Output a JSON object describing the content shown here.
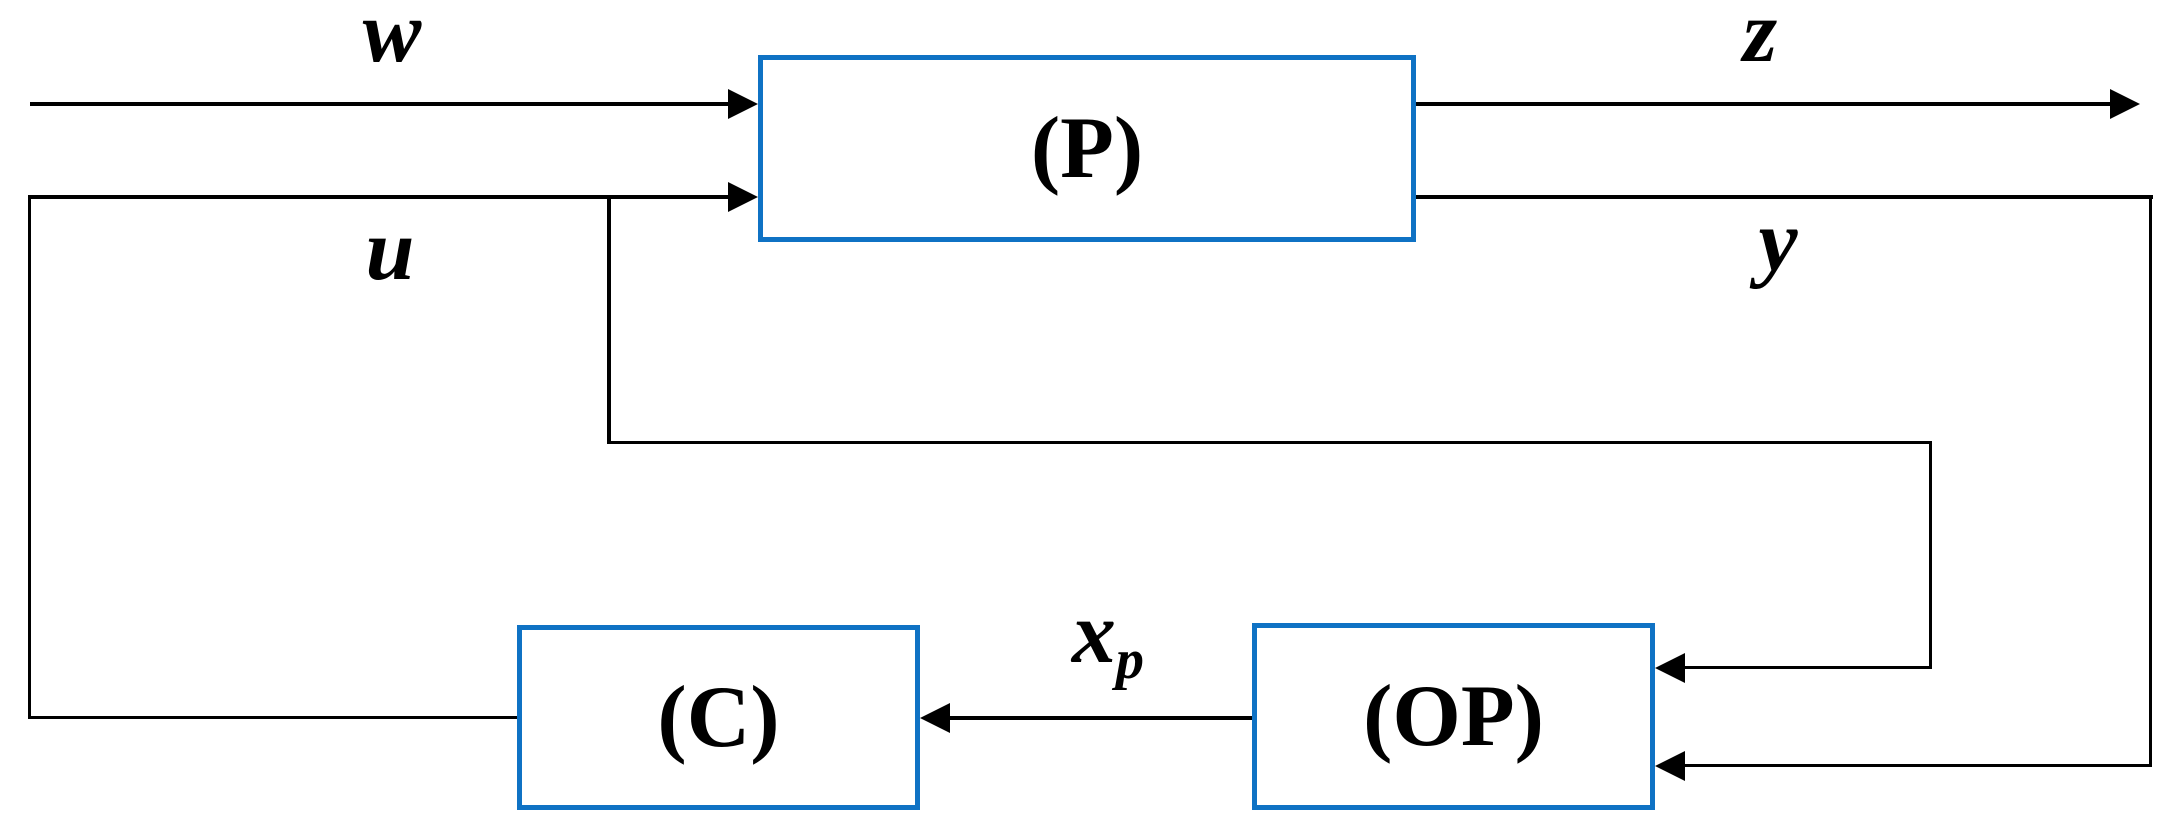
{
  "diagram": {
    "description": "Control system block diagram with plant, controller and observer",
    "blocks": {
      "plant": {
        "label": "(P)"
      },
      "controller": {
        "label": "(C)"
      },
      "observer": {
        "label": "(OP)"
      }
    },
    "signals": {
      "w": "w",
      "u": "u",
      "z": "z",
      "y": "y",
      "xp_base": "x",
      "xp_sub": "p"
    },
    "colors": {
      "block_border": "#0f72c4",
      "line": "#000000",
      "background": "#ffffff"
    }
  }
}
